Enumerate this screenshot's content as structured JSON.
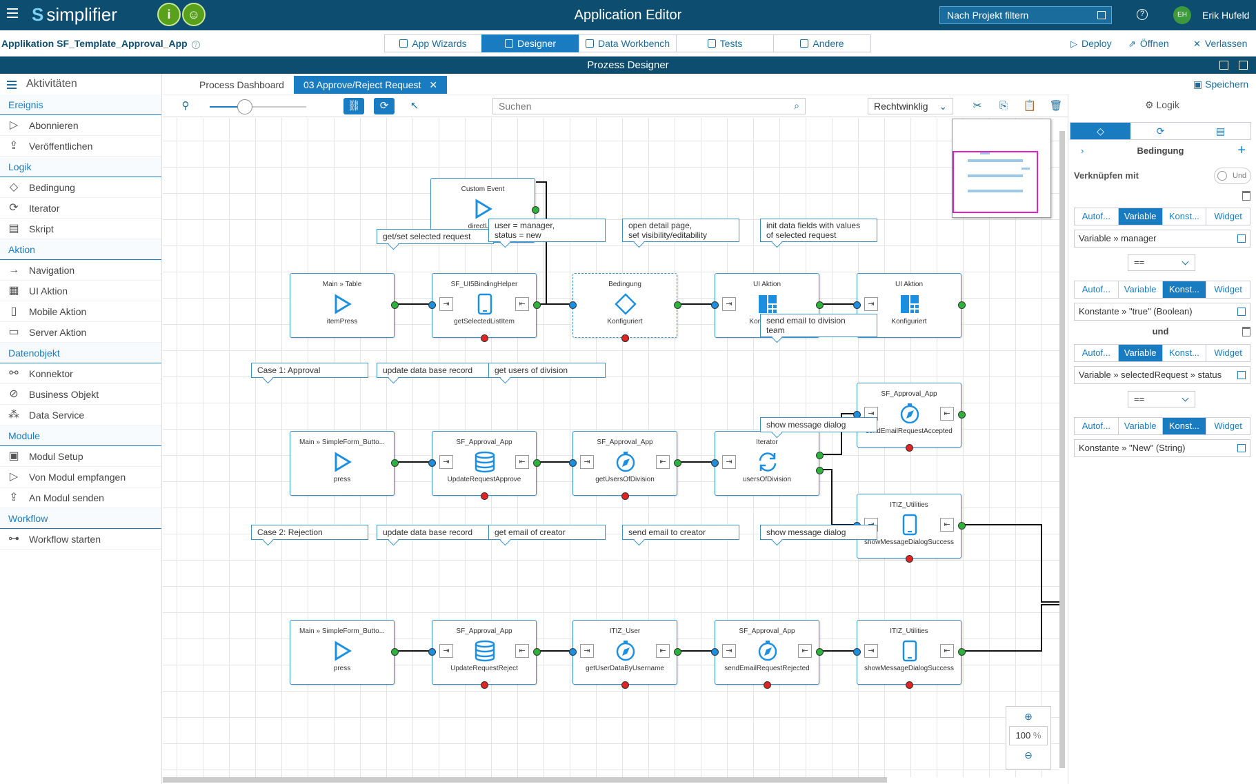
{
  "header": {
    "title": "Application Editor",
    "logo": "simplifier",
    "badges": [
      "i",
      "☺"
    ],
    "project_filter": "Nach Projekt filtern",
    "user_initials": "EH",
    "user_name": "Erik Hufeld"
  },
  "appbar": {
    "app_name": "Applikation SF_Template_Approval_App",
    "tabs": [
      "App Wizards",
      "Designer",
      "Data Workbench",
      "Tests",
      "Andere"
    ],
    "actions": [
      "Deploy",
      "Öffnen",
      "Verlassen"
    ]
  },
  "pd_title": "Prozess Designer",
  "left": {
    "title": "Aktivitäten",
    "sections": [
      {
        "label": "Ereignis",
        "items": [
          {
            "label": "Abonnieren",
            "icon": "play-icon"
          },
          {
            "label": "Veröffentlichen",
            "icon": "upload-icon"
          }
        ]
      },
      {
        "label": "Logik",
        "items": [
          {
            "label": "Bedingung",
            "icon": "diamond-icon"
          },
          {
            "label": "Iterator",
            "icon": "loop-icon"
          },
          {
            "label": "Skript",
            "icon": "script-icon"
          }
        ]
      },
      {
        "label": "Aktion",
        "items": [
          {
            "label": "Navigation",
            "icon": "arrow-icon"
          },
          {
            "label": "UI Aktion",
            "icon": "ui-icon"
          },
          {
            "label": "Mobile Aktion",
            "icon": "mobile-icon"
          },
          {
            "label": "Server Aktion",
            "icon": "server-icon"
          }
        ]
      },
      {
        "label": "Datenobjekt",
        "items": [
          {
            "label": "Konnektor",
            "icon": "connector-icon"
          },
          {
            "label": "Business Objekt",
            "icon": "business-icon"
          },
          {
            "label": "Data Service",
            "icon": "data-service-icon"
          }
        ]
      },
      {
        "label": "Module",
        "items": [
          {
            "label": "Modul Setup",
            "icon": "module-icon"
          },
          {
            "label": "Von Modul empfangen",
            "icon": "play-icon"
          },
          {
            "label": "An Modul senden",
            "icon": "upload-icon"
          }
        ]
      },
      {
        "label": "Workflow",
        "items": [
          {
            "label": "Workflow starten",
            "icon": "workflow-icon"
          }
        ]
      }
    ]
  },
  "process_tabs": [
    "Process Dashboard",
    "03 Approve/Reject Request"
  ],
  "save_label": "Speichern",
  "toolbar": {
    "search_placeholder": "Suchen",
    "connector_style": "Rechtwinklig"
  },
  "canvas": {
    "nodes": [
      {
        "title": "Custom Event",
        "label": "directLink",
        "icon": "play"
      },
      {
        "title": "Main » Table",
        "label": "itemPress",
        "icon": "play"
      },
      {
        "title": "SF_UI5BindingHelper",
        "label": "getSelectedListItem",
        "icon": "mobile"
      },
      {
        "title": "Bedingung",
        "label": "Konfiguriert",
        "icon": "diamond"
      },
      {
        "title": "UI Aktion",
        "label": "Konfiguriert",
        "icon": "ui"
      },
      {
        "title": "UI Aktion",
        "label": "Konfiguriert",
        "icon": "ui"
      },
      {
        "title": "SF_Approval_App",
        "label": "sendEmailRequestAccepted",
        "icon": "compass"
      },
      {
        "title": "Main » SimpleForm_Butto...",
        "label": "press",
        "icon": "play"
      },
      {
        "title": "SF_Approval_App",
        "label": "UpdateRequestApprove",
        "icon": "db"
      },
      {
        "title": "SF_Approval_App",
        "label": "getUsersOfDivision",
        "icon": "compass"
      },
      {
        "title": "Iterator",
        "label": "usersOfDivision",
        "icon": "loop"
      },
      {
        "title": "ITIZ_Utilities",
        "label": "showMessageDialogSuccess",
        "icon": "mobile"
      },
      {
        "title": "Main » SimpleForm_Butto...",
        "label": "press",
        "icon": "play"
      },
      {
        "title": "SF_Approval_App",
        "label": "UpdateRequestReject",
        "icon": "db"
      },
      {
        "title": "ITIZ_User",
        "label": "getUserDataByUsername",
        "icon": "compass"
      },
      {
        "title": "SF_Approval_App",
        "label": "sendEmailRequestRejected",
        "icon": "compass"
      },
      {
        "title": "ITIZ_Utilities",
        "label": "showMessageDialogSuccess",
        "icon": "mobile"
      }
    ],
    "notes": [
      "get/set selected request",
      "user = manager,\nstatus = new",
      "open detail page,\nset visibility/editability",
      "init data fields with values\nof selected request",
      "send email to division\nteam",
      "Case 1: Approval",
      "update data base record",
      "get users of division",
      "show message dialog",
      "Case 2: Rejection",
      "update data base record",
      "get email of creator",
      "send email to creator",
      "show message dialog"
    ],
    "zoom": "100",
    "zoom_unit": "%"
  },
  "right": {
    "title": "Logik",
    "condition_title": "Bedingung",
    "link_label": "Verknüpfen mit",
    "toggle_label": "Und",
    "seg_labels": [
      "Autof...",
      "Variable",
      "Konst...",
      "Widget"
    ],
    "value1": "Variable » manager",
    "op1": "==",
    "value2": "Konstante » \"true\" (Boolean)",
    "und": "und",
    "value3": "Variable » selectedRequest » status",
    "op2": "==",
    "value4": "Konstante » \"New\" (String)"
  },
  "colors": {
    "header": "#0d4d70",
    "accent": "#1a7cc0",
    "port_out": "#2db33b",
    "port_in": "#1c8fe0",
    "port_err": "#e02424"
  }
}
